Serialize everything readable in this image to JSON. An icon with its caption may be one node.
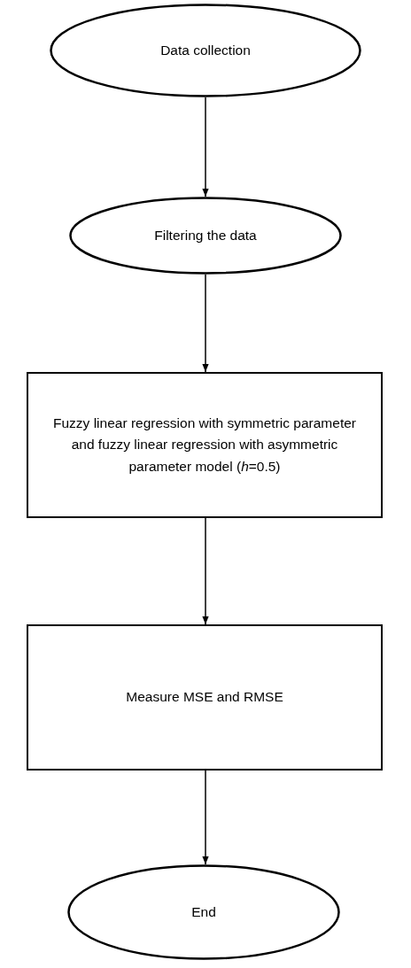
{
  "diagram": {
    "nodes": [
      {
        "text": [
          "Data collection"
        ]
      },
      {
        "text": [
          "Filtering the data"
        ]
      },
      {
        "text": [
          "Fuzzy linear regression with symmetric parameter and fuzzy linear regression with asymmetric parameter model (*h*=0.5)"
        ]
      },
      {
        "text": [
          "Measure MSE and RMSE"
        ]
      },
      {
        "text": [
          "End"
        ]
      }
    ],
    "edges": [
      {
        "from": 0,
        "to": 1,
        "arrow": "to"
      },
      {
        "from": 1,
        "to": 2,
        "arrow": "to"
      },
      {
        "from": 2,
        "to": 3,
        "arrow": "to"
      },
      {
        "from": 3,
        "to": 4,
        "arrow": "to"
      }
    ]
  }
}
